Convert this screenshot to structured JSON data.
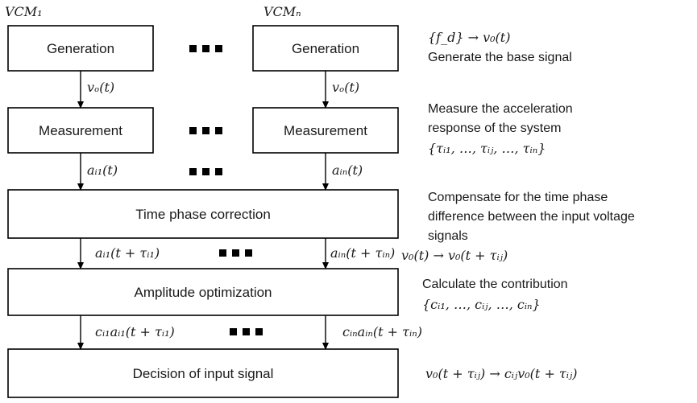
{
  "columns": {
    "first_label": "VCM₁",
    "last_label": "VCMₙ"
  },
  "boxes": {
    "generation": "Generation",
    "measurement": "Measurement",
    "time_phase": "Time phase correction",
    "amplitude": "Amplitude optimization",
    "decision": "Decision of input signal"
  },
  "signals": {
    "gen_out_first": "vₒ(t)",
    "gen_out_last": "vₒ(t)",
    "meas_out_first": "aᵢ₁(t)",
    "meas_out_last": "aᵢₙ(t)",
    "corr_out_first": "aᵢ₁(t + τᵢ₁)",
    "corr_out_last": "aᵢₙ(t + τᵢₙ)",
    "amp_out_first": "cᵢ₁aᵢ₁(t + τᵢ₁)",
    "amp_out_last": "cᵢₙaᵢₙ(t + τᵢₙ)"
  },
  "notes": {
    "gen_formula": "{f_d} → v₀(t)",
    "gen_text": "Generate the base signal",
    "meas_line1": "Measure the acceleration",
    "meas_line2": "response of the system",
    "meas_formula": "{τᵢ₁, …, τᵢⱼ, …, τᵢₙ}",
    "tpc_line1": "Compensate for the time phase",
    "tpc_line2": "difference between the input voltage",
    "tpc_line3": "signals",
    "tpc_formula": "v₀(t) → v₀(t + τᵢⱼ)",
    "amp_line1": "Calculate the contribution",
    "amp_formula": "{cᵢ₁, …, cᵢⱼ, …, cᵢₙ}",
    "dec_formula": "v₀(t + τᵢⱼ) → cᵢⱼv₀(t + τᵢⱼ)"
  }
}
